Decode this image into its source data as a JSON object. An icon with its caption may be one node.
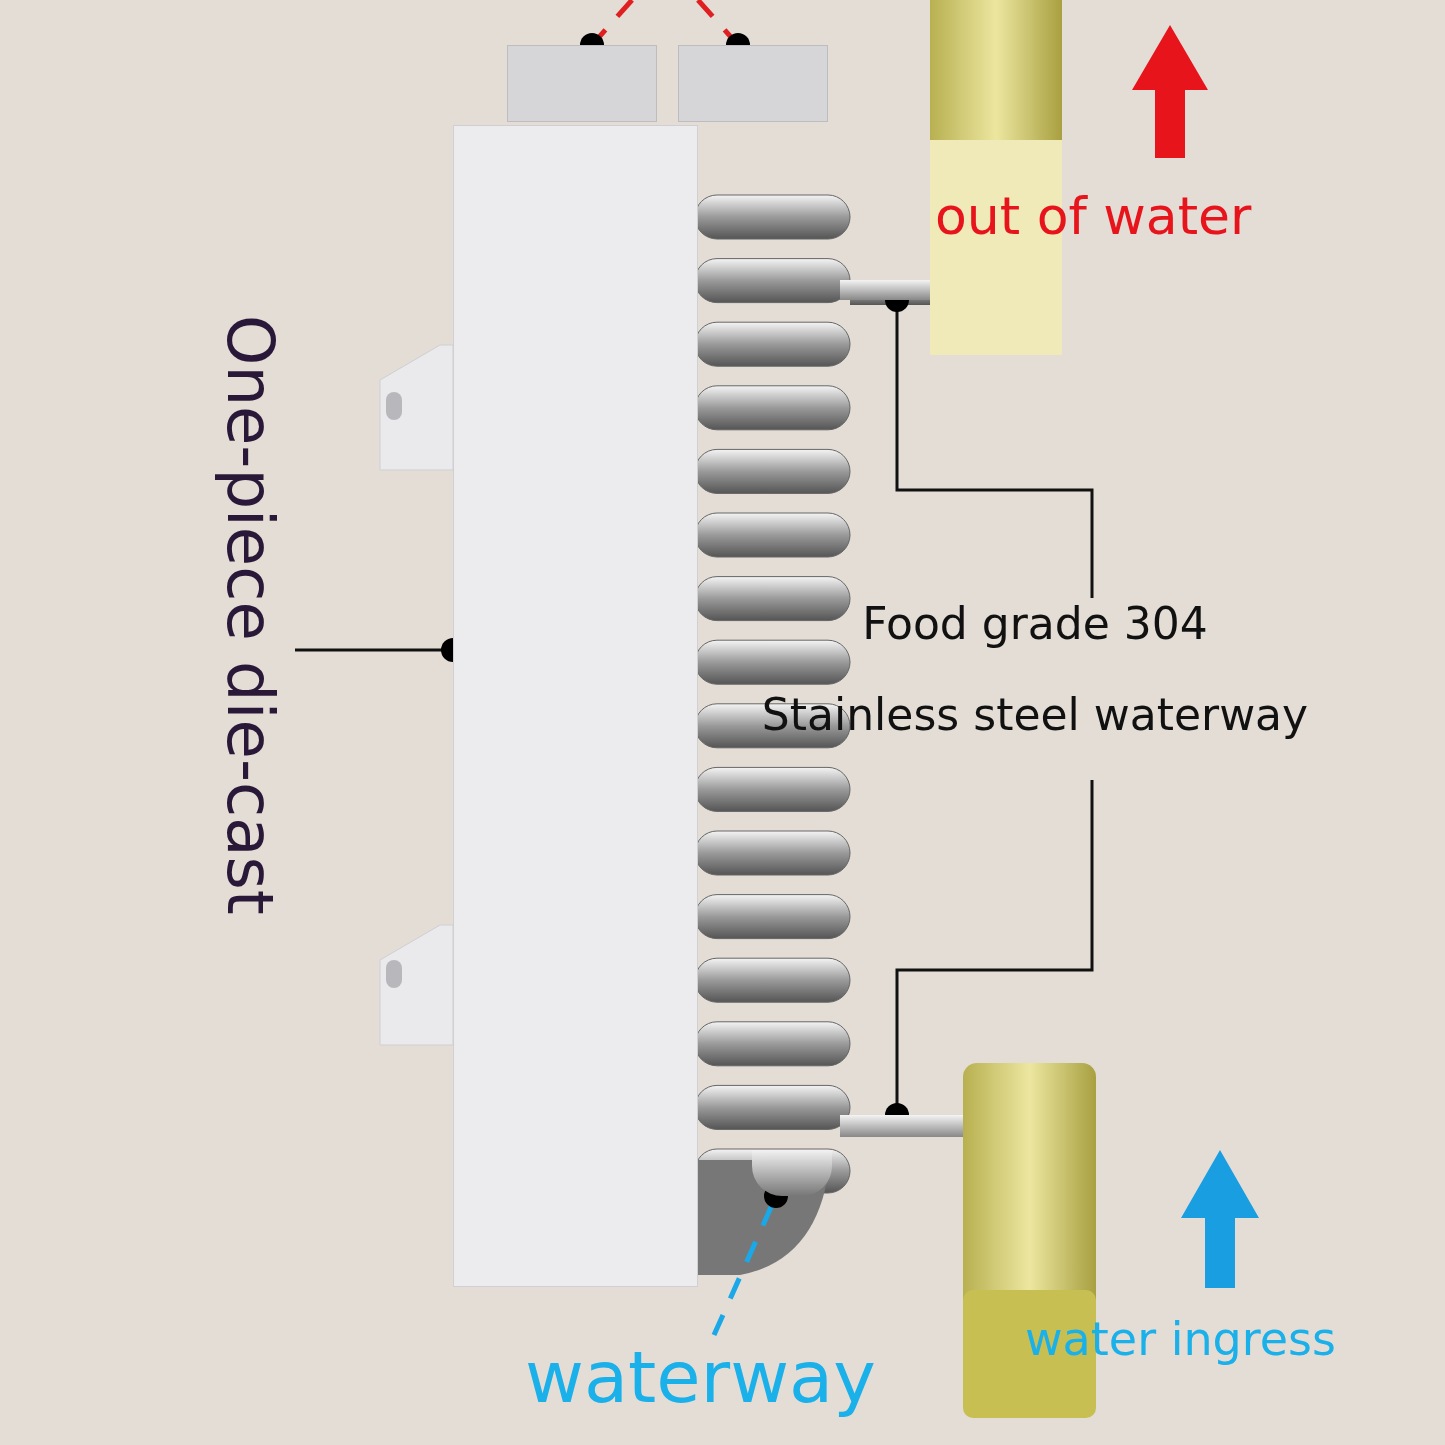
{
  "diagram": {
    "nodes": [
      {
        "text": [
          "One-piece die-cast"
        ]
      },
      {
        "text": [],
        "shape": "box"
      },
      {
        "text": [],
        "shape": "box"
      },
      {
        "text": [],
        "shape": "box"
      },
      {
        "text": [],
        "shape": "bar"
      },
      {
        "text": [
          "Food grade 304",
          "Stainless steel waterway"
        ]
      },
      {
        "text": [],
        "shape": "bar"
      },
      {
        "text": [],
        "shape": "picture"
      },
      {
        "text": [
          "waterway"
        ]
      }
    ],
    "edges": [
      {
        "from": null,
        "to": 2,
        "arrow": "other",
        "style": "dashed",
        "color": "#e02020"
      },
      {
        "from": null,
        "to": 3,
        "arrow": "other",
        "style": "dashed",
        "color": "#e02020"
      },
      {
        "from": 0,
        "to": 1,
        "arrow": "other"
      },
      {
        "from": 5,
        "to": 4,
        "arrow": "other"
      },
      {
        "from": 5,
        "to": 6,
        "arrow": "other"
      },
      {
        "from": 8,
        "to": 7,
        "arrow": "other",
        "style": "dashed",
        "color": "#1aa8e8"
      }
    ],
    "labels": [
      "out of water",
      "water ingress"
    ]
  }
}
